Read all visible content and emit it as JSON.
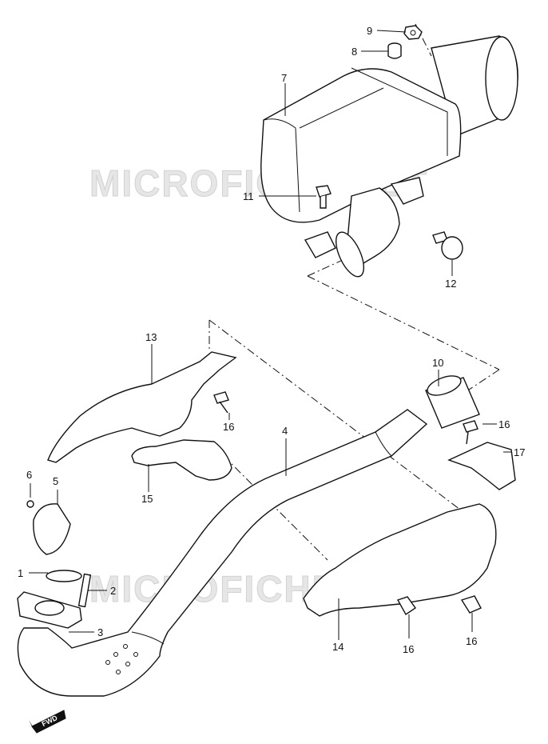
{
  "watermark": "MICROFICHE.NET",
  "direction_label": "FWD",
  "callouts": {
    "c1": "1",
    "c2": "2",
    "c3": "3",
    "c4": "4",
    "c5": "5",
    "c6": "6",
    "c7": "7",
    "c8": "8",
    "c9": "9",
    "c10": "10",
    "c11": "11",
    "c12": "12",
    "c13": "13",
    "c14": "14",
    "c15": "15",
    "c16a": "16",
    "c16b": "16",
    "c16c": "16",
    "c16d": "16",
    "c17": "17"
  }
}
